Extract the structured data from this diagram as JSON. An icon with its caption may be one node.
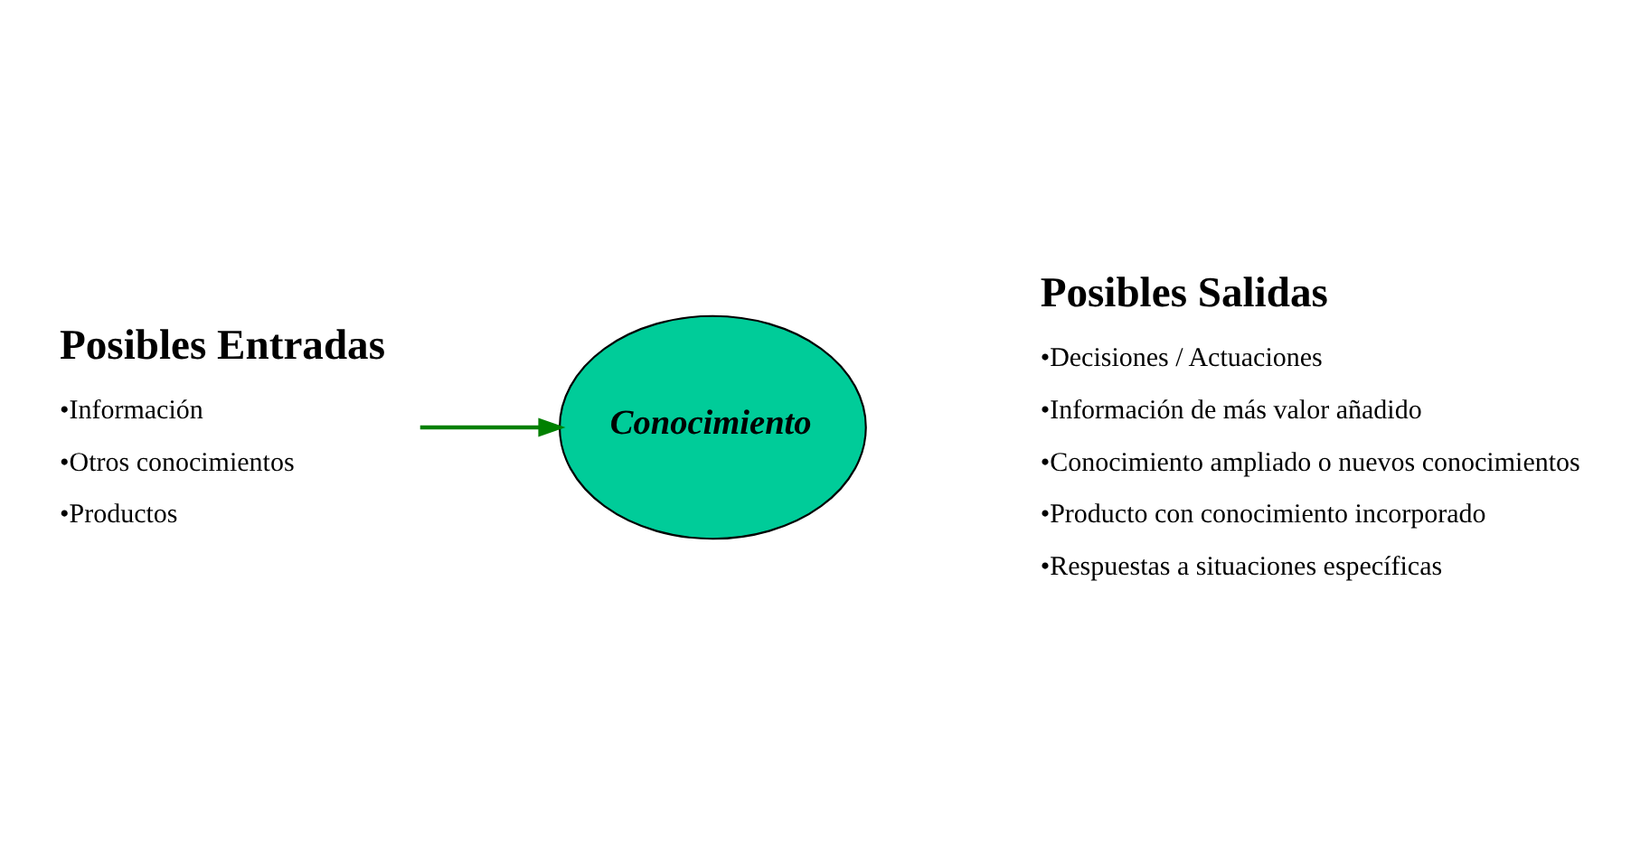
{
  "diagram": {
    "nodes": [
      {
        "text": [
          "Posibles Entradas",
          "•Información",
          "•Otros conocimientos",
          "•Productos"
        ]
      },
      {
        "text": [
          "Conocimiento"
        ]
      },
      {
        "text": [
          "Posibles Salidas",
          "•Decisiones / Actuaciones",
          "•Información de más valor añadido",
          "•Conocimiento ampliado o nuevos conocimientos",
          "•Producto con conocimiento incorporado",
          "•Respuestas a situaciones específicas"
        ]
      }
    ],
    "edges": [
      {
        "from": 0,
        "to": 1,
        "arrow": "to",
        "color": "#008000"
      }
    ]
  }
}
